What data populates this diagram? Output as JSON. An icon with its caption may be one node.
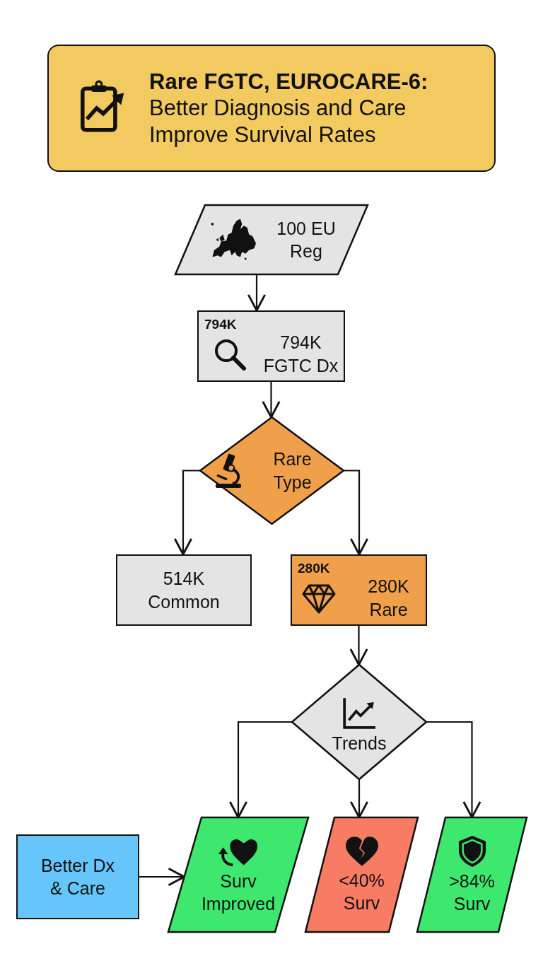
{
  "diagram": {
    "nodes": [
      {
        "text": [
          "Rare FGTC, EUROCARE-6:",
          "Better Diagnosis and Care Improve Survival Rates"
        ]
      },
      {
        "text": [
          "100 EU Reg"
        ]
      },
      {
        "text": [
          "794K",
          "794K FGTC Dx"
        ]
      },
      {
        "text": [
          "Rare Type"
        ]
      },
      {
        "text": [
          "514K Common"
        ]
      },
      {
        "text": [
          "280K",
          "280K Rare"
        ]
      },
      {
        "text": [
          "Trends"
        ]
      },
      {
        "text": [
          "Better Dx & Care"
        ]
      },
      {
        "text": [
          "Surv Improved"
        ]
      },
      {
        "text": [
          "<40% Surv"
        ]
      },
      {
        "text": [
          ">84% Surv"
        ]
      }
    ],
    "edges": [
      {
        "from": 1,
        "to": 2,
        "arrow": "to"
      },
      {
        "from": 2,
        "to": 3,
        "arrow": "to"
      },
      {
        "from": 3,
        "to": 4,
        "arrow": "to"
      },
      {
        "from": 3,
        "to": 5,
        "arrow": "to"
      },
      {
        "from": 5,
        "to": 6,
        "arrow": "to"
      },
      {
        "from": 6,
        "to": 8,
        "arrow": "to"
      },
      {
        "from": 6,
        "to": 9,
        "arrow": "to"
      },
      {
        "from": 6,
        "to": 10,
        "arrow": "to"
      },
      {
        "from": 7,
        "to": 8,
        "arrow": "to"
      }
    ]
  }
}
